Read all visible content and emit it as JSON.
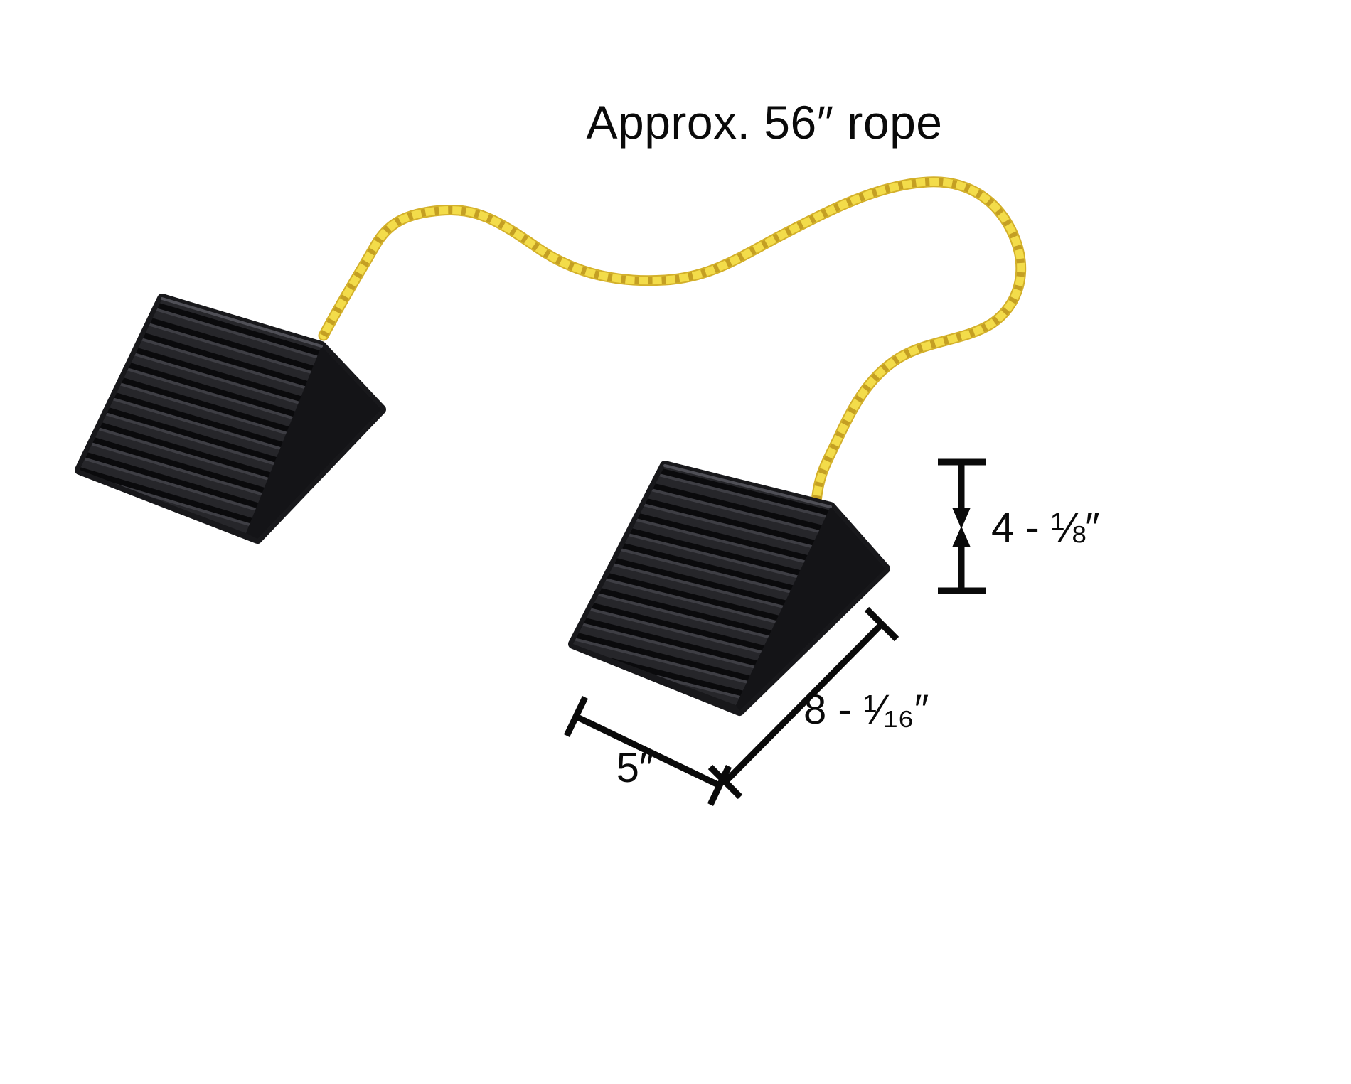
{
  "diagram": {
    "title": "wheel-chock-pair-dimension-diagram",
    "rope_label": "Approx. 56″ rope",
    "dimensions": {
      "height_label": "4 - ⅛″",
      "length_label": "8 - ¹⁄₁₆″",
      "width_label": "5″"
    },
    "colors": {
      "background": "#ffffff",
      "rope_yellow": "#f3dc4a",
      "rope_shadow": "#d3b02a",
      "chock_black": "#18181b",
      "annotation_black": "#0a0a0a"
    }
  }
}
